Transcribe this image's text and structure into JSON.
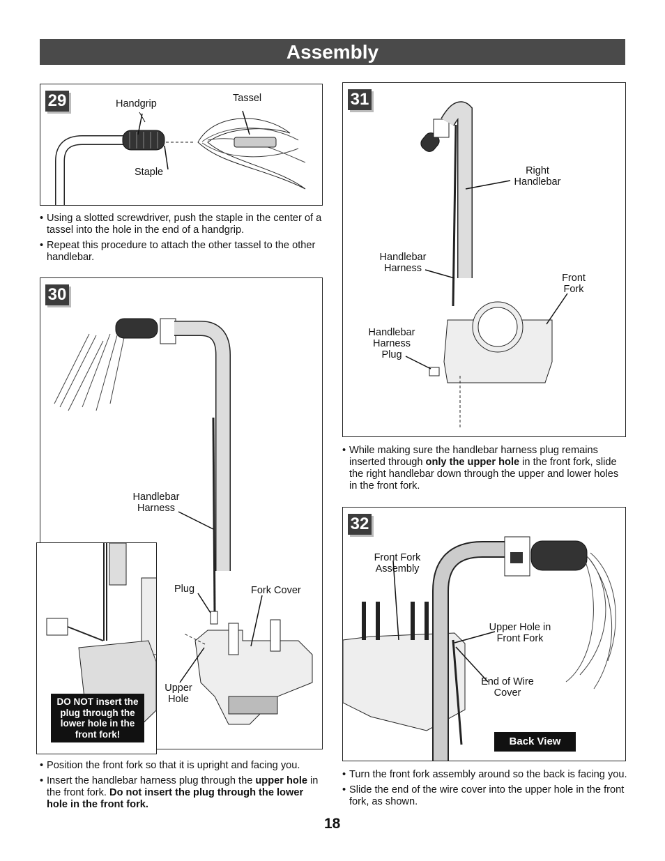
{
  "header": {
    "title": "Assembly"
  },
  "page_number": "18",
  "step29": {
    "number": "29",
    "labels": {
      "handgrip": "Handgrip",
      "tassel": "Tassel",
      "staple": "Staple"
    },
    "bullets": [
      "Using a slotted screwdriver, push the staple in the center of a tassel into the hole in the end of a handgrip.",
      "Repeat this procedure to attach the other tassel to the other handlebar."
    ]
  },
  "step30": {
    "number": "30",
    "labels": {
      "handlebar_harness": "Handlebar Harness",
      "plug": "Plug",
      "fork_cover": "Fork Cover",
      "upper_hole": "Upper Hole"
    },
    "warning": "DO NOT insert the plug through the lower hole in the front fork!",
    "bullets": [
      {
        "text_before": "Position the front fork so that it is upright and facing you.",
        "bold": "",
        "text_mid": "",
        "bold2": ""
      },
      {
        "text_before": "Insert the handlebar harness plug through the ",
        "bold": "upper hole",
        "text_mid": " in the front fork. ",
        "bold2": "Do not insert the plug through the lower hole in the front fork."
      }
    ]
  },
  "step31": {
    "number": "31",
    "labels": {
      "right_handlebar": "Right Handlebar",
      "handlebar_harness": "Handlebar Harness",
      "front_fork": "Front Fork",
      "harness_plug": "Handlebar Harness Plug"
    },
    "bullet": {
      "text_before": "While making sure the handlebar harness plug remains inserted through ",
      "bold": "only the upper hole",
      "text_after": " in the front fork, slide the right handlebar down through the upper and lower holes in the front fork."
    }
  },
  "step32": {
    "number": "32",
    "labels": {
      "front_fork_assembly": "Front Fork Assembly",
      "upper_hole": "Upper Hole in Front Fork",
      "end_wire_cover": "End of Wire Cover"
    },
    "view_label": "Back View",
    "bullets": [
      "Turn the front fork assembly around so the back is facing you.",
      "Slide the end of the wire cover into the upper hole in the front fork, as shown."
    ]
  }
}
